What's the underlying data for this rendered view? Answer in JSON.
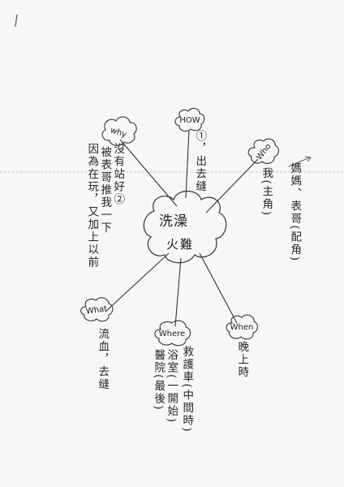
{
  "center": {
    "title": "洗澡",
    "subtitle": "火難"
  },
  "nodes": {
    "how": {
      "label": "HOW",
      "text": "①，出去缝"
    },
    "why": {
      "label": "why",
      "col1": "沒有站好②",
      "col2": "被表哥推我一下",
      "col3": "因為在玩，又加上以前"
    },
    "who": {
      "label": "Who",
      "col1": "我(主角)",
      "col2": "媽媽、表哥(配角)"
    },
    "what": {
      "label": "What",
      "text": "流血，去缝"
    },
    "where": {
      "label": "Where",
      "col1": "浴室(一開始)",
      "col2": "醫院(最後)",
      "col3": "救護車(中間時)"
    },
    "when": {
      "label": "When",
      "text": "晚上時"
    }
  }
}
